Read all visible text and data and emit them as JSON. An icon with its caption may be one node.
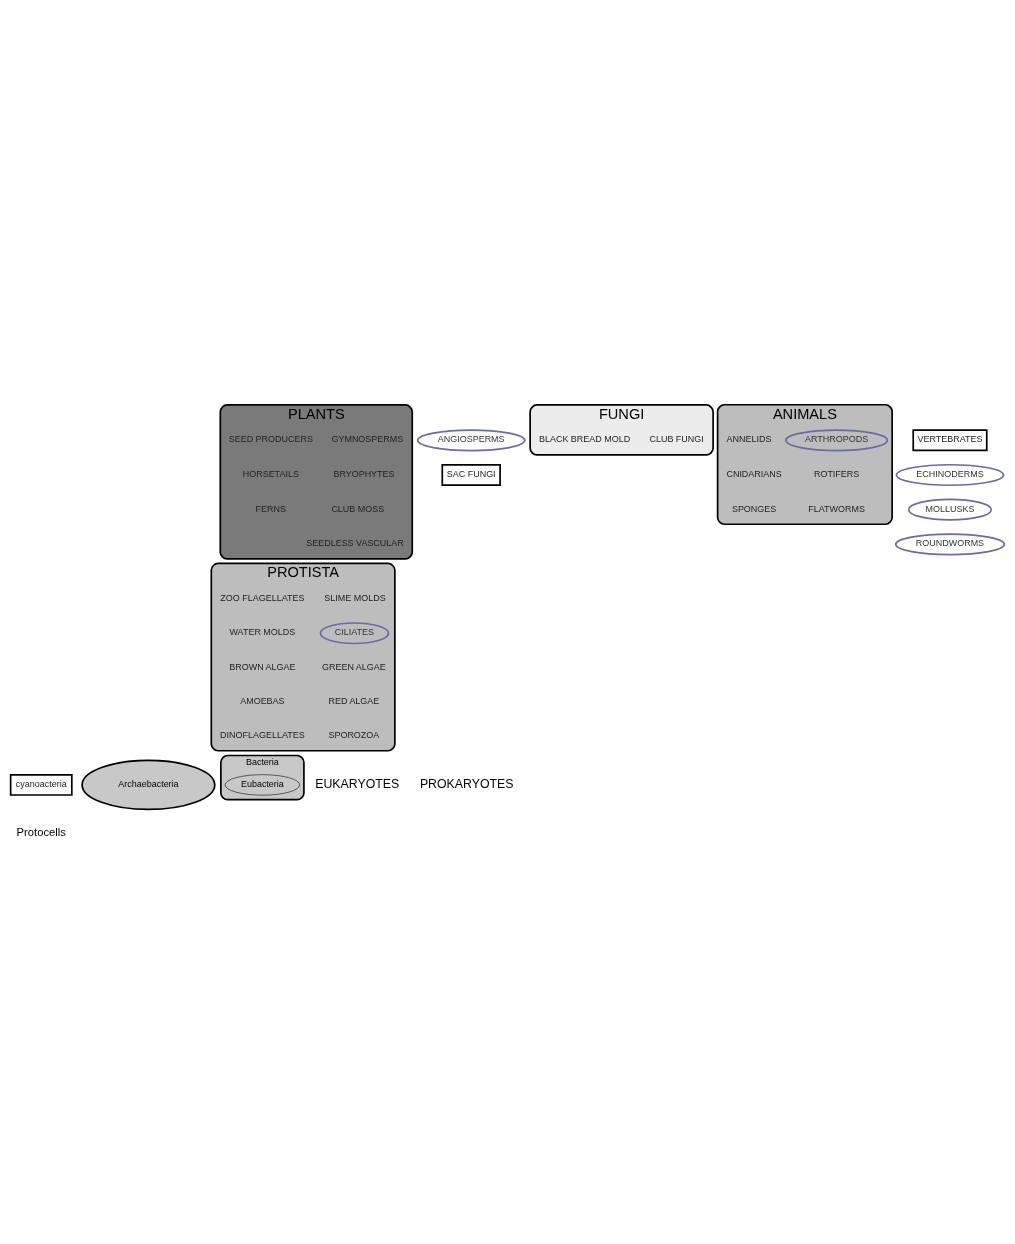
{
  "diagram": {
    "nodes": [
      {
        "text": [
          "PLANTS"
        ]
      },
      {
        "text": [
          "ANGIOSPERMS"
        ]
      },
      {
        "text": [
          "GYMNOSPERMS"
        ],
        "in": 0
      },
      {
        "text": [
          "SEED PRODUCERS"
        ],
        "in": 0
      },
      {
        "text": [
          "BRYOPHYTES"
        ],
        "in": 0
      },
      {
        "text": [
          "HORSETAILS"
        ],
        "in": 0
      },
      {
        "text": [
          "CLUB MOSS"
        ],
        "in": 0
      },
      {
        "text": [
          "FERNS"
        ],
        "in": 0
      },
      {
        "text": [
          "SEEDLESS VASCULAR"
        ],
        "in": 0
      },
      {
        "text": [
          "FUNGI"
        ]
      },
      {
        "text": [
          "CLUB FUNGI"
        ],
        "in": 9
      },
      {
        "text": [
          "SAC FUNGI"
        ]
      },
      {
        "text": [
          "BLACK BREAD MOLD"
        ],
        "in": 9
      },
      {
        "text": [
          "ANIMALS"
        ]
      },
      {
        "text": [
          "ARTHROPODS"
        ],
        "in": 13
      },
      {
        "text": [
          "VERTEBRATES"
        ]
      },
      {
        "text": [
          "ANNELIDS"
        ],
        "in": 13
      },
      {
        "text": [
          "ECHINODERMS"
        ]
      },
      {
        "text": [
          "MOLLUSKS"
        ]
      },
      {
        "text": [
          "ROTIFERS"
        ],
        "in": 13
      },
      {
        "text": [
          "ROUNDWORMS"
        ]
      },
      {
        "text": [
          "CNIDARIANS"
        ],
        "in": 13
      },
      {
        "text": [
          "FLATWORMS"
        ],
        "in": 13
      },
      {
        "text": [
          "SPONGES"
        ],
        "in": 13
      },
      {
        "text": [
          "PROTISTA"
        ]
      },
      {
        "text": [
          "SLIME MOLDS"
        ],
        "in": 24
      },
      {
        "text": [
          "ZOO FLAGELLATES"
        ],
        "in": 24
      },
      {
        "text": [
          "CILIATES"
        ],
        "in": 24
      },
      {
        "text": [
          "WATER MOLDS"
        ],
        "in": 24
      },
      {
        "text": [
          "GREEN ALGAE"
        ],
        "in": 24
      },
      {
        "text": [
          "BROWN ALGAE"
        ],
        "in": 24
      },
      {
        "text": [
          "RED ALGAE"
        ],
        "in": 24
      },
      {
        "text": [
          "AMOEBAS"
        ],
        "in": 24
      },
      {
        "text": [
          "SPOROZOA"
        ],
        "in": 24
      },
      {
        "text": [
          "DINOFLAGELLATES"
        ],
        "in": 24
      },
      {
        "text": [
          "cyanoacteria"
        ]
      },
      {
        "text": [
          "Archaebacteria"
        ]
      },
      {
        "text": [
          "Bacteria"
        ]
      },
      {
        "text": [
          "Eubacteria"
        ],
        "in": 37
      }
    ],
    "edges": [],
    "labels": [
      "EUKARYOTES",
      "PROKARYOTES",
      "Protocells"
    ]
  }
}
